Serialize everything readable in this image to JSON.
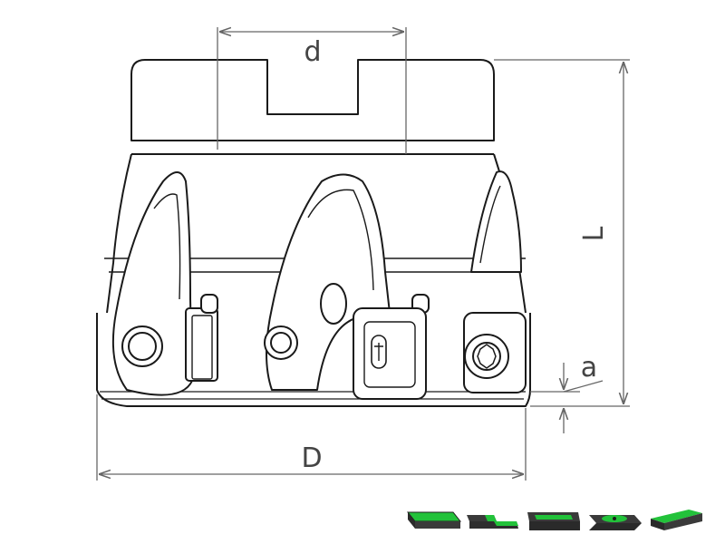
{
  "diagram": {
    "dimension_labels": {
      "bore_diameter": "d",
      "overall_height": "L",
      "insert_offset": "a",
      "cutter_diameter": "D"
    }
  },
  "insert_thumbnails": {
    "count": 5,
    "colors": {
      "body": "#3a3a3a",
      "accent": "#22c23a",
      "edge": "#1d1d1d"
    }
  }
}
